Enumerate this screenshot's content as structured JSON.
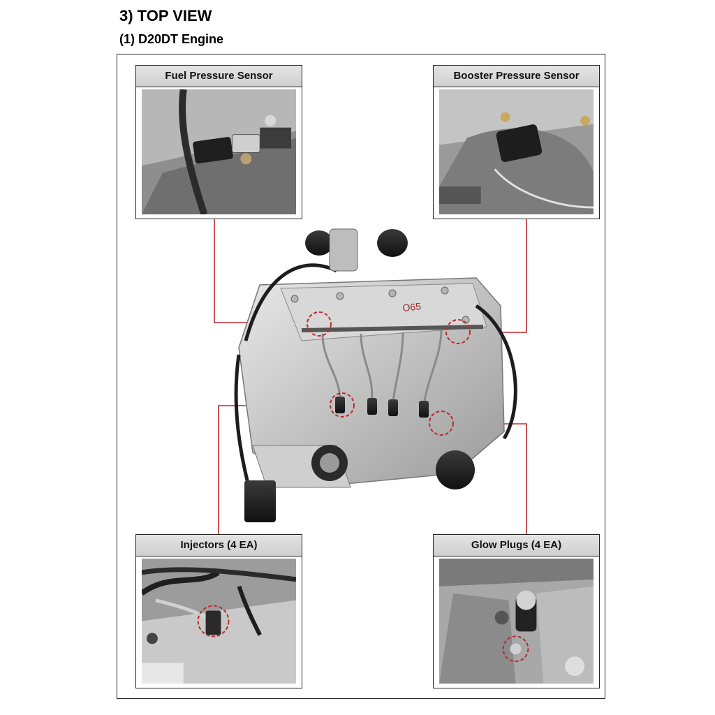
{
  "page": {
    "heading": "3) TOP VIEW",
    "subheading": "(1) D20DT Engine"
  },
  "callouts": {
    "fuel_pressure_sensor": "Fuel Pressure Sensor",
    "booster_pressure_sensor": "Booster Pressure Sensor",
    "injectors": "Injectors (4 EA)",
    "glow_plugs": "Glow Plugs (4 EA)"
  },
  "colors": {
    "leader_line": "#c0282e",
    "highlight_circle": "#c0282e"
  }
}
